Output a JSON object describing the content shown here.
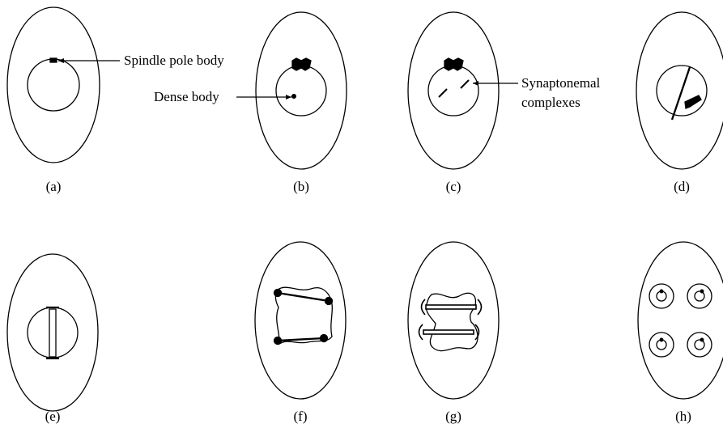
{
  "panels": [
    {
      "id": "a",
      "label": "(a)"
    },
    {
      "id": "b",
      "label": "(b)"
    },
    {
      "id": "c",
      "label": "(c)"
    },
    {
      "id": "d",
      "label": "(d)"
    },
    {
      "id": "e",
      "label": "(e)"
    },
    {
      "id": "f",
      "label": "(f)"
    },
    {
      "id": "g",
      "label": "(g)"
    },
    {
      "id": "h",
      "label": "(h)"
    }
  ],
  "annotations": {
    "spindle_pole_body": "Spindle pole body",
    "dense_body": "Dense body",
    "synaptonemal_line1": "Synaptonemal",
    "synaptonemal_line2": "complexes"
  },
  "colors": {
    "ink": "#000000",
    "background": "#ffffff"
  }
}
